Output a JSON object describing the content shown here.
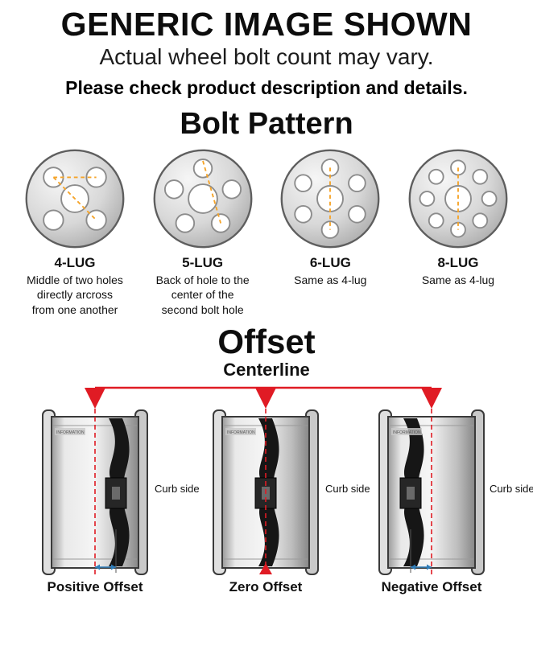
{
  "header": {
    "title": "GENERIC IMAGE SHOWN",
    "subtitle": "Actual wheel bolt count may vary.",
    "note": "Please check product description and details."
  },
  "bolt_pattern": {
    "heading": "Bolt Pattern",
    "items": [
      {
        "lugs": 4,
        "label": "4-LUG",
        "description": "Middle of two holes directly arcross from one another"
      },
      {
        "lugs": 5,
        "label": "5-LUG",
        "description": "Back of hole to the center of the second bolt hole"
      },
      {
        "lugs": 6,
        "label": "6-LUG",
        "description": "Same as 4-lug"
      },
      {
        "lugs": 8,
        "label": "8-LUG",
        "description": "Same as 4-lug"
      }
    ]
  },
  "offset": {
    "heading": "Offset",
    "centerline_label": "Centerline",
    "curb_side_label": "Curb side",
    "watermark": "INFORMATION",
    "items": [
      {
        "type": "positive",
        "label": "Positive Offset"
      },
      {
        "type": "zero",
        "label": "Zero Offset"
      },
      {
        "type": "negative",
        "label": "Negative Offset"
      }
    ]
  },
  "colors": {
    "centerline_red": "#E01B24",
    "measure_orange": "#F5A42A",
    "arrow_blue": "#2E7CB8"
  }
}
